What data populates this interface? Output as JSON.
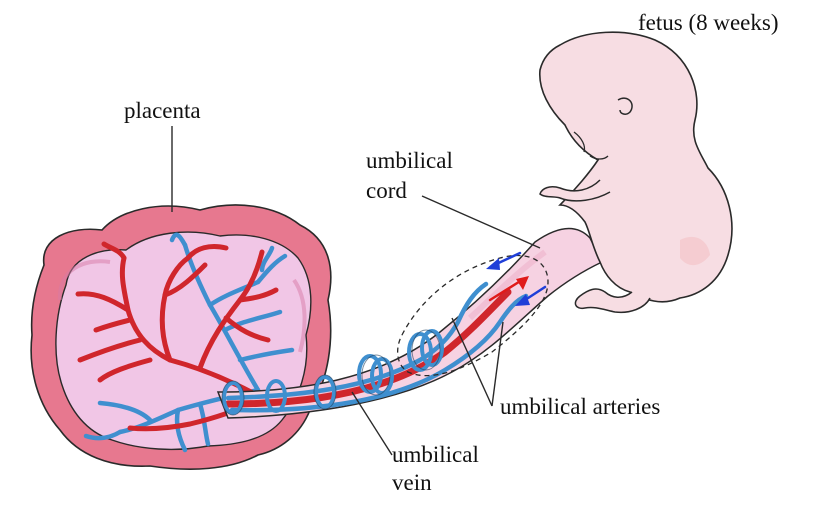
{
  "labels": {
    "fetus": "fetus (8 weeks)",
    "placenta": "placenta",
    "cord_line1": "umbilical",
    "cord_line2": "cord",
    "arteries": "umbilical arteries",
    "vein_line1": "umbilical",
    "vein_line2": "vein"
  },
  "colors": {
    "outline": "#2a2a2a",
    "placenta_rim": "#e7788f",
    "placenta_fill": "#f1c6e6",
    "artery_red": "#d0262c",
    "vein_blue": "#3f8fcf",
    "fetus_skin": "#f7dde3",
    "arrow_blue": "#1f3fd8",
    "arrow_red": "#e01a1a"
  }
}
